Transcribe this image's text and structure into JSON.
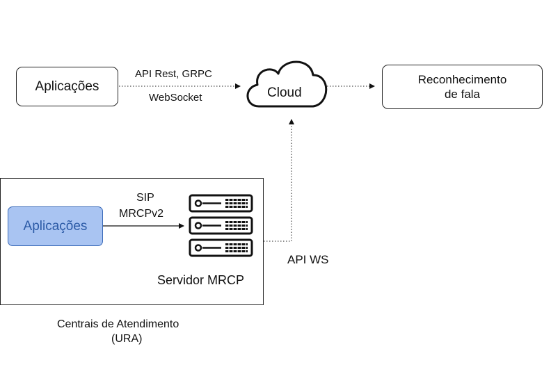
{
  "nodes": {
    "top_app": "Aplicações",
    "cloud": "Cloud",
    "reco_line1": "Reconhecimento",
    "reco_line2": "de fala",
    "inner_app": "Aplicações",
    "server": "Servidor MRCP"
  },
  "edges": {
    "app_to_cloud_top": "API Rest, GRPC",
    "app_to_cloud_bottom": "WebSocket",
    "inner_line1": "SIP",
    "inner_line2": "MRCPv2",
    "server_to_cloud": "API WS"
  },
  "group": {
    "line1": "Centrais de Atendimento",
    "line2": "(URA)"
  },
  "icons": {
    "cloud": "cloud-icon",
    "server": "server-rack-icon"
  }
}
